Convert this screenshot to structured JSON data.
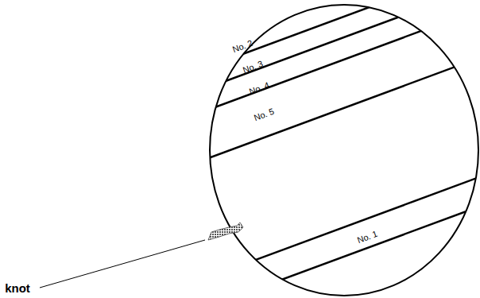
{
  "diagram": {
    "labels": [
      "No. 2",
      "No. 3",
      "No. 4",
      "No. 5",
      "No. 1",
      "knot"
    ]
  }
}
